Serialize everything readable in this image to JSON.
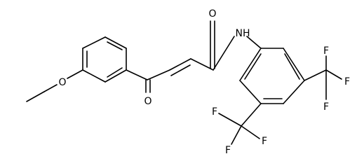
{
  "molecule": {
    "atoms": {
      "carbonyl_oxygen_amide": "O",
      "amide_nitrogen": "NH",
      "ketone_oxygen": "O",
      "ether_oxygen": "O",
      "cf3_right": [
        "F",
        "F",
        "F"
      ],
      "cf3_bottom": [
        "F",
        "F",
        "F"
      ]
    }
  },
  "colors": {
    "bond": "#000000",
    "label": "#000000",
    "background": "#ffffff"
  }
}
